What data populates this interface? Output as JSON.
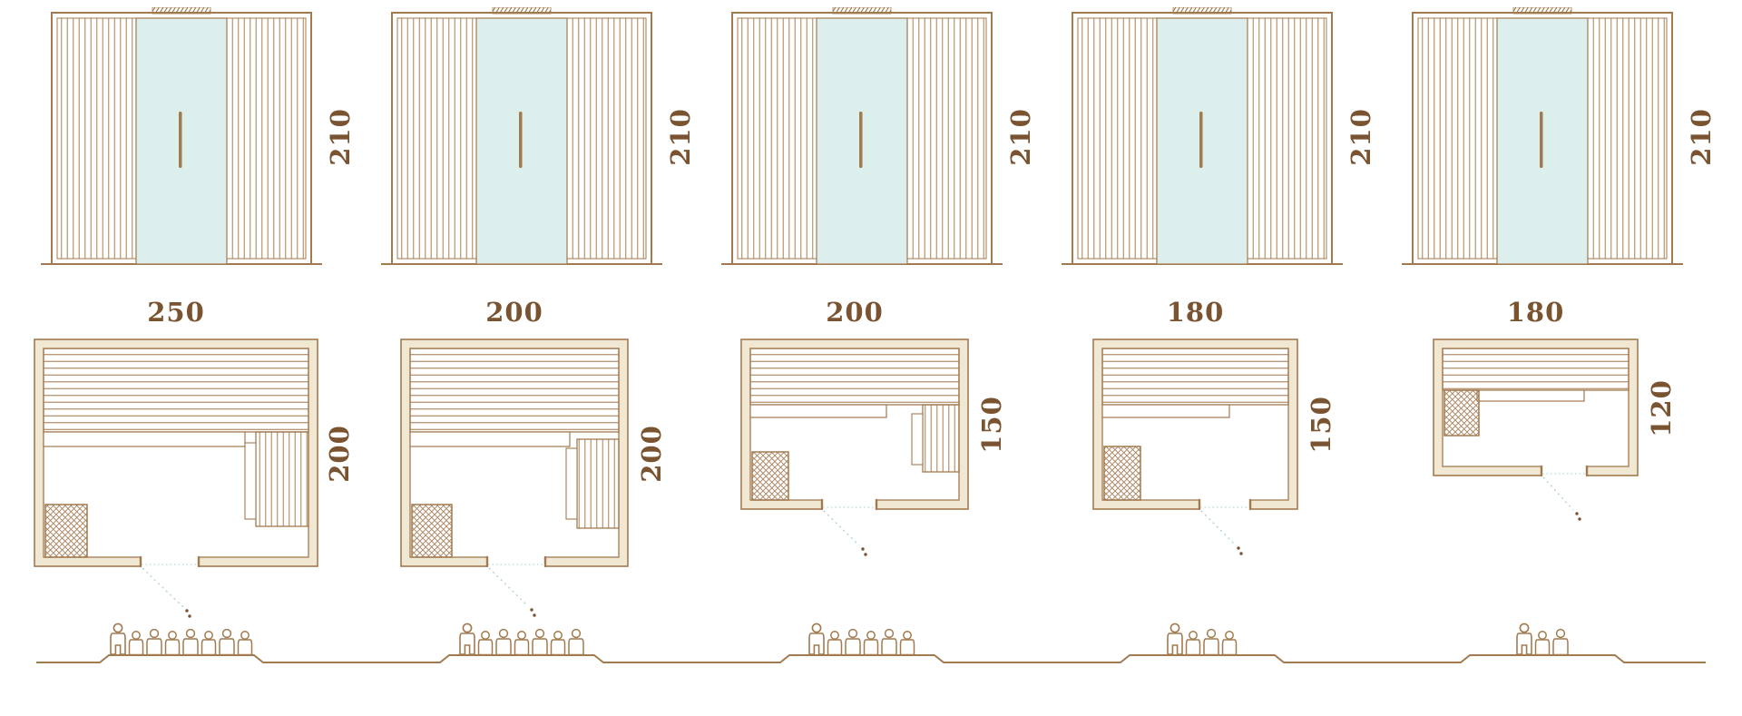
{
  "diagram": {
    "description": "Five sauna cabin sizes: front elevations (top), floor plans (middle), seating capacity figures (bottom)",
    "colors": {
      "line": "#a27a4f",
      "label_text": "#7a5331",
      "glass": "#ddefec",
      "wall_fill": "#f1e8d4",
      "door_swing": "#b9d8d2"
    },
    "models": [
      {
        "name": "sauna-250x200",
        "height_cm": "210",
        "width_cm": "250",
        "depth_cm": "200",
        "capacity": 8
      },
      {
        "name": "sauna-200x200",
        "height_cm": "210",
        "width_cm": "200",
        "depth_cm": "200",
        "capacity": 7
      },
      {
        "name": "sauna-200x150",
        "height_cm": "210",
        "width_cm": "200",
        "depth_cm": "150",
        "capacity": 6
      },
      {
        "name": "sauna-180x150",
        "height_cm": "210",
        "width_cm": "180",
        "depth_cm": "150",
        "capacity": 4
      },
      {
        "name": "sauna-180x120",
        "height_cm": "210",
        "width_cm": "180",
        "depth_cm": "120",
        "capacity": 3
      }
    ]
  }
}
